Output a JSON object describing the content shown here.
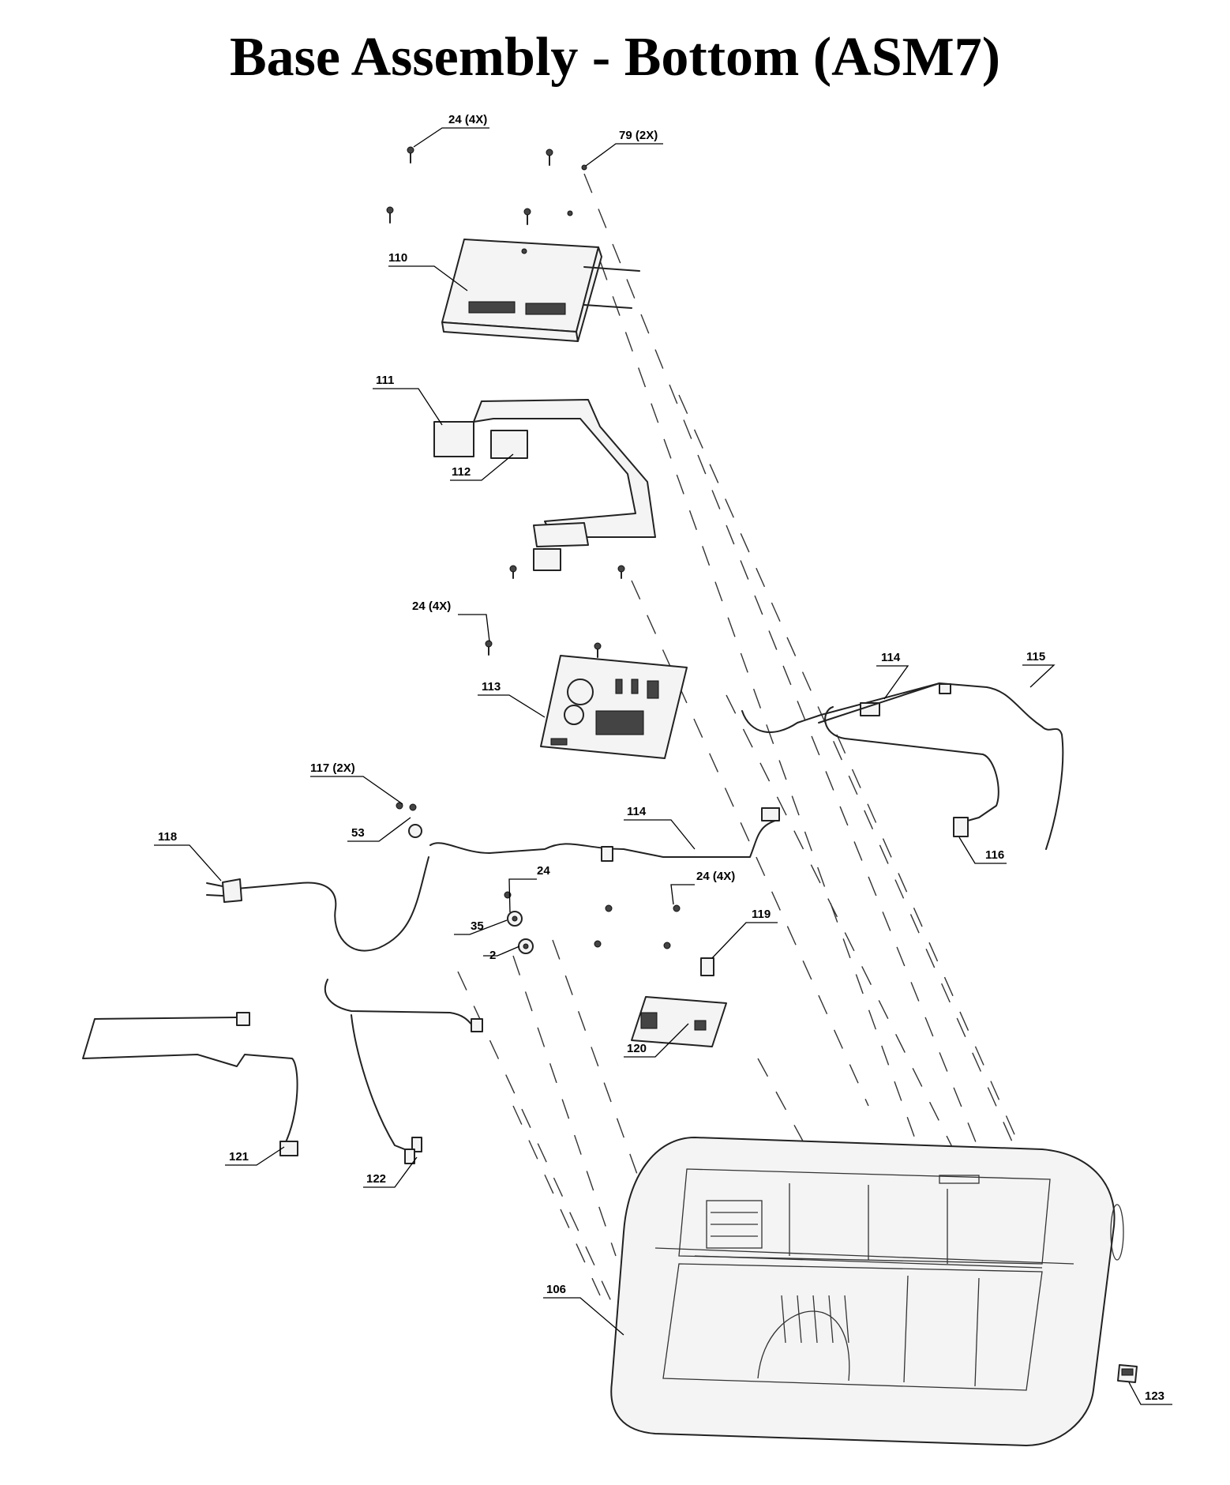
{
  "title": "Base Assembly - Bottom (ASM7)",
  "callouts": {
    "c24_4x_top": "24 (4X)",
    "c79_2x": "79 (2X)",
    "c110": "110",
    "c111": "111",
    "c112": "112",
    "c24_4x_mid": "24 (4X)",
    "c113": "113",
    "c114_upper": "114",
    "c115": "115",
    "c116": "116",
    "c117_2x": "117 (2X)",
    "c53": "53",
    "c114_lower": "114",
    "c118": "118",
    "c24": "24",
    "c35": "35",
    "c2": "2",
    "c24_4x_low": "24 (4X)",
    "c119": "119",
    "c120": "120",
    "c121": "121",
    "c122": "122",
    "c106": "106",
    "c123": "123"
  }
}
